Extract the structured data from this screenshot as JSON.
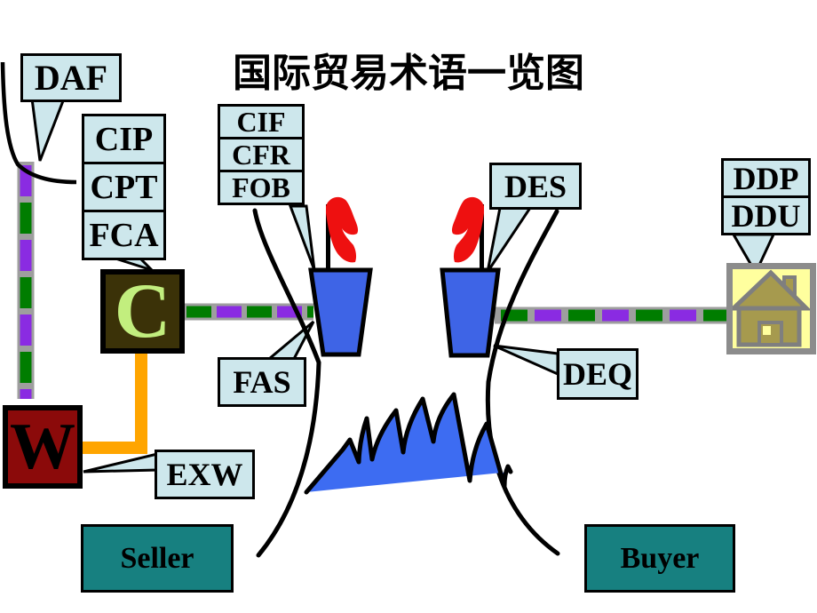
{
  "title": "国际贸易术语一览图",
  "callouts": {
    "daf": "DAF",
    "carriage_group": [
      "CIP",
      "CPT",
      "FCA"
    ],
    "main_carriage_group": [
      "CIF",
      "CFR",
      "FOB"
    ],
    "fas": "FAS",
    "des": "DES",
    "deq": "DEQ",
    "arrival_group": [
      "DDP",
      "DDU"
    ],
    "exw": "EXW"
  },
  "nodes": {
    "carrier_letter": "C",
    "warehouse_letter": "W"
  },
  "parties": {
    "seller": "Seller",
    "buyer": "Buyer"
  },
  "icons": {
    "flag_left": "red-flag-icon",
    "flag_right": "red-flag-icon",
    "ship_left": "ship-hull-icon",
    "ship_right": "ship-hull-icon",
    "house": "house-icon",
    "sea": "sea-wave-icon"
  },
  "colors": {
    "callout_fill": "#cde7ec",
    "teal_box": "#178080",
    "ship_blue": "#3e64e6",
    "wave_blue": "#3d6cf2",
    "flag_red": "#ee1010",
    "dash_green": "#007d00",
    "dash_purple": "#8a2be2",
    "dash_track_gray": "#9e9e9e",
    "route_orange": "#ffa500",
    "warehouse_red": "#8b0a0a",
    "carrier_box_bg": "#3b3208",
    "carrier_letter_green": "#c2ee7e",
    "house_fill_yellow": "#ffff9e",
    "house_border_gray": "#8c8c8c",
    "house_icon_khaki": "#a69a4e"
  }
}
